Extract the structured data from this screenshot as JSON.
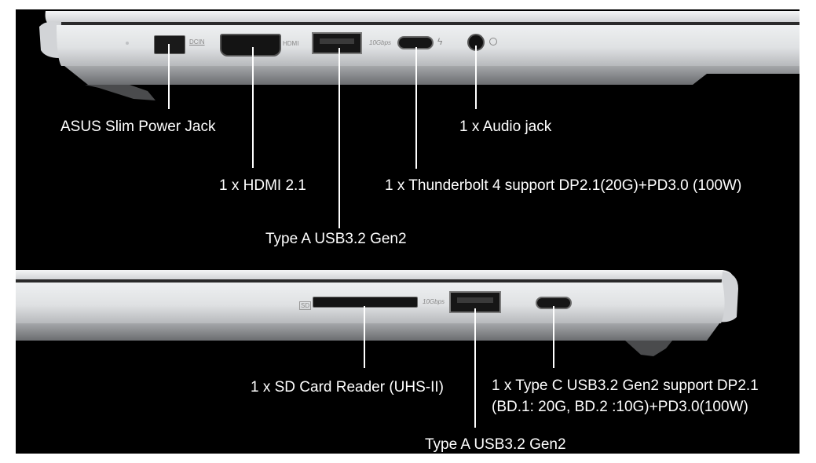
{
  "colors": {
    "background": "#000000",
    "frame": "#ffffff",
    "chassis_light": "#e9eaec",
    "chassis_mid": "#c9cbce",
    "chassis_shadow": "#8e9094",
    "port_black": "#141414",
    "label_text": "#ffffff"
  },
  "top_side": {
    "name": "left-side-view",
    "port_markings": {
      "dcin": "DCIN",
      "hdmi": "HDMI",
      "usb_speed": "10Gbps"
    },
    "callouts": {
      "power_jack": "ASUS Slim Power Jack",
      "hdmi": "1 x HDMI 2.1",
      "usb_a": "Type A USB3.2 Gen2",
      "thunderbolt": "1 x Thunderbolt 4 support DP2.1(20G)+PD3.0 (100W)",
      "audio": "1 x Audio jack"
    },
    "icons": [
      "led-indicator-icon",
      "lightning-icon",
      "headset-icon"
    ]
  },
  "bottom_side": {
    "name": "right-side-view",
    "port_markings": {
      "sd": "SD",
      "usb_speed": "10Gbps"
    },
    "callouts": {
      "sd_reader": "1 x SD Card Reader (UHS-II)",
      "usb_a": "Type A USB3.2 Gen2",
      "usb_c_line1": "1 x Type C USB3.2 Gen2 support DP2.1",
      "usb_c_line2": "(BD.1: 20G, BD.2 :10G)+PD3.0(100W)"
    },
    "icons": [
      "sd-card-icon"
    ]
  }
}
